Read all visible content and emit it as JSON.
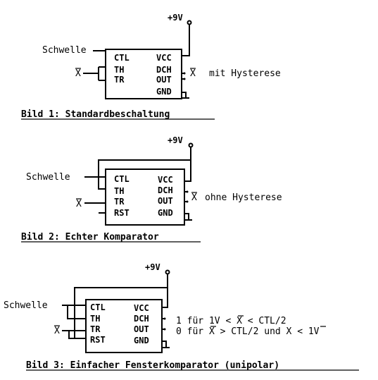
{
  "supply_label": "+9V",
  "threshold_label": "Schwelle",
  "input_label": "X",
  "pins": {
    "ctl": "CTL",
    "th": "TH",
    "tr": "TR",
    "rst": "RST",
    "vcc": "VCC",
    "dch": "DCH",
    "out": "OUT",
    "gnd": "GND"
  },
  "figure1": {
    "caption": "Bild 1: Standardbeschaltung",
    "output_label": "mit Hysterese"
  },
  "figure2": {
    "caption": "Bild 2: Echter Komparator",
    "output_label": "ohne Hysterese"
  },
  "figure3": {
    "caption": "Bild 3: Einfacher Fensterkomparator (unipolar)",
    "line1_a": "1 für 1V < ",
    "line1_b": " < CTL/2",
    "line2_a": "0 für ",
    "line2_b": " > CTL/2 und ",
    "line2_c": " < 1V"
  }
}
